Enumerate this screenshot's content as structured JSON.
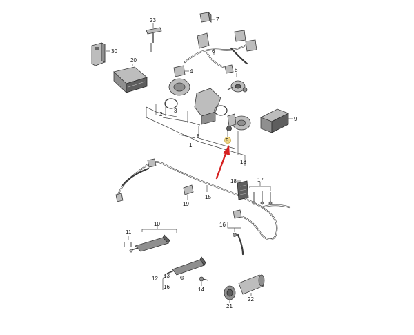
{
  "labels": {
    "l1": "1",
    "l2": "2",
    "l3": "3",
    "l4": "4",
    "l5": "5",
    "l6": "6",
    "l7": "7",
    "l8a": "8",
    "l8b": "8",
    "l9": "9",
    "l10": "10",
    "l11": "11",
    "l12": "12",
    "l13": "13",
    "l14": "14",
    "l15": "15",
    "l16a": "16",
    "l16b": "16",
    "l17": "17",
    "l18a": "18",
    "l18b": "18",
    "l19": "19",
    "l20": "20",
    "l21": "21",
    "l22": "22",
    "l23": "23",
    "l30": "30"
  },
  "colors": {
    "pointer_arrow": "#d62020",
    "highlight": "#f2d98a",
    "line": "#444444"
  },
  "highlighted_part": "5"
}
